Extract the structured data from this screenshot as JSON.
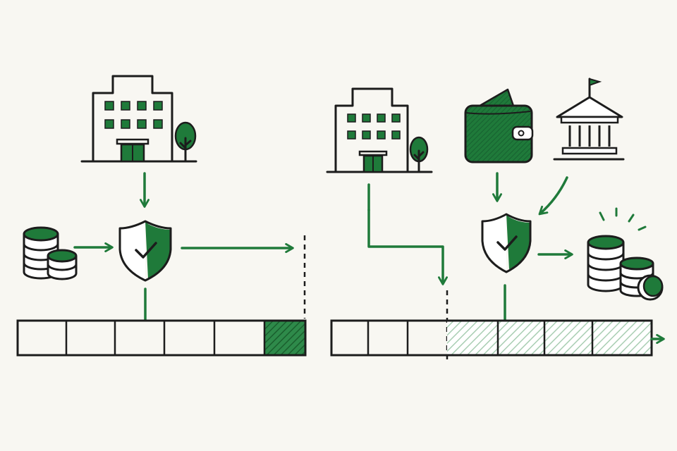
{
  "colors": {
    "ink": "#1c1c1c",
    "accent_green": "#1f7a3a",
    "hatch_light": "#bcd8c2",
    "background": "#f8f7f2",
    "cell_fill": "#ffffff"
  },
  "icons": [
    "office-building-icon",
    "tree-icon",
    "coin-stack-icon",
    "shield-check-icon",
    "wallet-icon",
    "bank-building-icon",
    "sparkle-icon"
  ],
  "left_panel": {
    "timeline_cells": 6,
    "filled_cells": 1
  },
  "right_panel": {
    "timeline_cells": 7,
    "filled_cells": 4
  }
}
